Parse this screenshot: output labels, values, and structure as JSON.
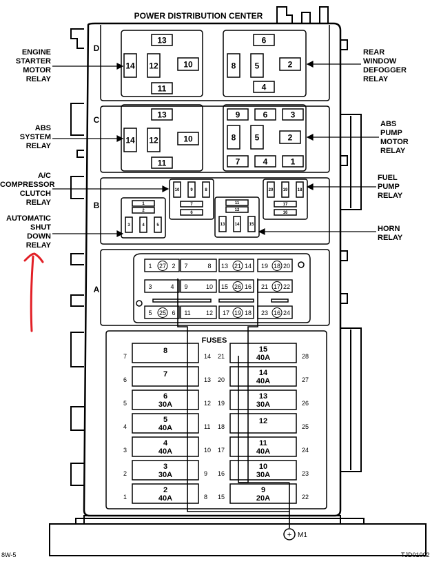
{
  "title": "POWER DISTRIBUTION CENTER",
  "rows": {
    "D": "D",
    "C": "C",
    "B": "B",
    "A": "A"
  },
  "labels": {
    "engine_starter": "ENGINE\nSTARTER\nMOTOR\nRELAY",
    "abs_system": "ABS\nSYSTEM\nRELAY",
    "ac_clutch": "A/C\nCOMPRESSOR\nCLUTCH\nRELAY",
    "asd": "AUTOMATIC\nSHUT\nDOWN\nRELAY",
    "rear_window": "REAR\nWINDOW\nDEFOGGER\nRELAY",
    "abs_pump": "ABS\nPUMP\nMOTOR\nRELAY",
    "fuel_pump": "FUEL\nPUMP\nRELAY",
    "horn": "HORN\nRELAY"
  },
  "relay_d_left": [
    "13",
    "14",
    "12",
    "10",
    "11"
  ],
  "relay_d_right": [
    "6",
    "8",
    "5",
    "2",
    "4"
  ],
  "relay_c_left": [
    "13",
    "14",
    "12",
    "10",
    "11"
  ],
  "relay_c_right": [
    "9",
    "6",
    "3",
    "8",
    "5",
    "2",
    "7",
    "4",
    "1"
  ],
  "micro_left": [
    "1",
    "2",
    "3",
    "4",
    "5"
  ],
  "micro_mid_top": [
    "10",
    "9",
    "8",
    "7",
    "6"
  ],
  "micro_mid_bot": [
    "11",
    "12",
    "13",
    "14",
    "15"
  ],
  "micro_right": [
    "20",
    "19",
    "18",
    "17",
    "16"
  ],
  "row_a": {
    "r1": [
      "1",
      "27",
      "2",
      "7",
      "8",
      "13",
      "21",
      "14",
      "19",
      "18",
      "20"
    ],
    "r2": [
      "3",
      "4",
      "9",
      "10",
      "15",
      "26",
      "16",
      "21",
      "17",
      "22"
    ],
    "r3": [
      "5",
      "25",
      "6",
      "11",
      "12",
      "17",
      "19",
      "18",
      "23",
      "16",
      "24"
    ]
  },
  "fuses_title": "FUSES",
  "fuses_left": [
    {
      "left": "7",
      "num": "8",
      "amp": "",
      "right": "14"
    },
    {
      "left": "6",
      "num": "7",
      "amp": "",
      "right": "13"
    },
    {
      "left": "5",
      "num": "6",
      "amp": "30A",
      "right": "12"
    },
    {
      "left": "4",
      "num": "5",
      "amp": "40A",
      "right": "11"
    },
    {
      "left": "3",
      "num": "4",
      "amp": "40A",
      "right": "10"
    },
    {
      "left": "2",
      "num": "3",
      "amp": "30A",
      "right": "9"
    },
    {
      "left": "1",
      "num": "2",
      "amp": "40A",
      "right": "8"
    }
  ],
  "fuses_right": [
    {
      "left": "21",
      "num": "15",
      "amp": "40A",
      "right": "28"
    },
    {
      "left": "20",
      "num": "14",
      "amp": "40A",
      "right": "27"
    },
    {
      "left": "19",
      "num": "13",
      "amp": "30A",
      "right": "26"
    },
    {
      "left": "18",
      "num": "12",
      "amp": "",
      "right": "25"
    },
    {
      "left": "17",
      "num": "11",
      "amp": "40A",
      "right": "24"
    },
    {
      "left": "16",
      "num": "10",
      "amp": "30A",
      "right": "23"
    },
    {
      "left": "15",
      "num": "9",
      "amp": "20A",
      "right": "22"
    }
  ],
  "m1": "M1",
  "page_ref": "8W-5",
  "fig_ref": "TJD01002",
  "colors": {
    "line": "#000000",
    "annotation": "#e21f26"
  }
}
